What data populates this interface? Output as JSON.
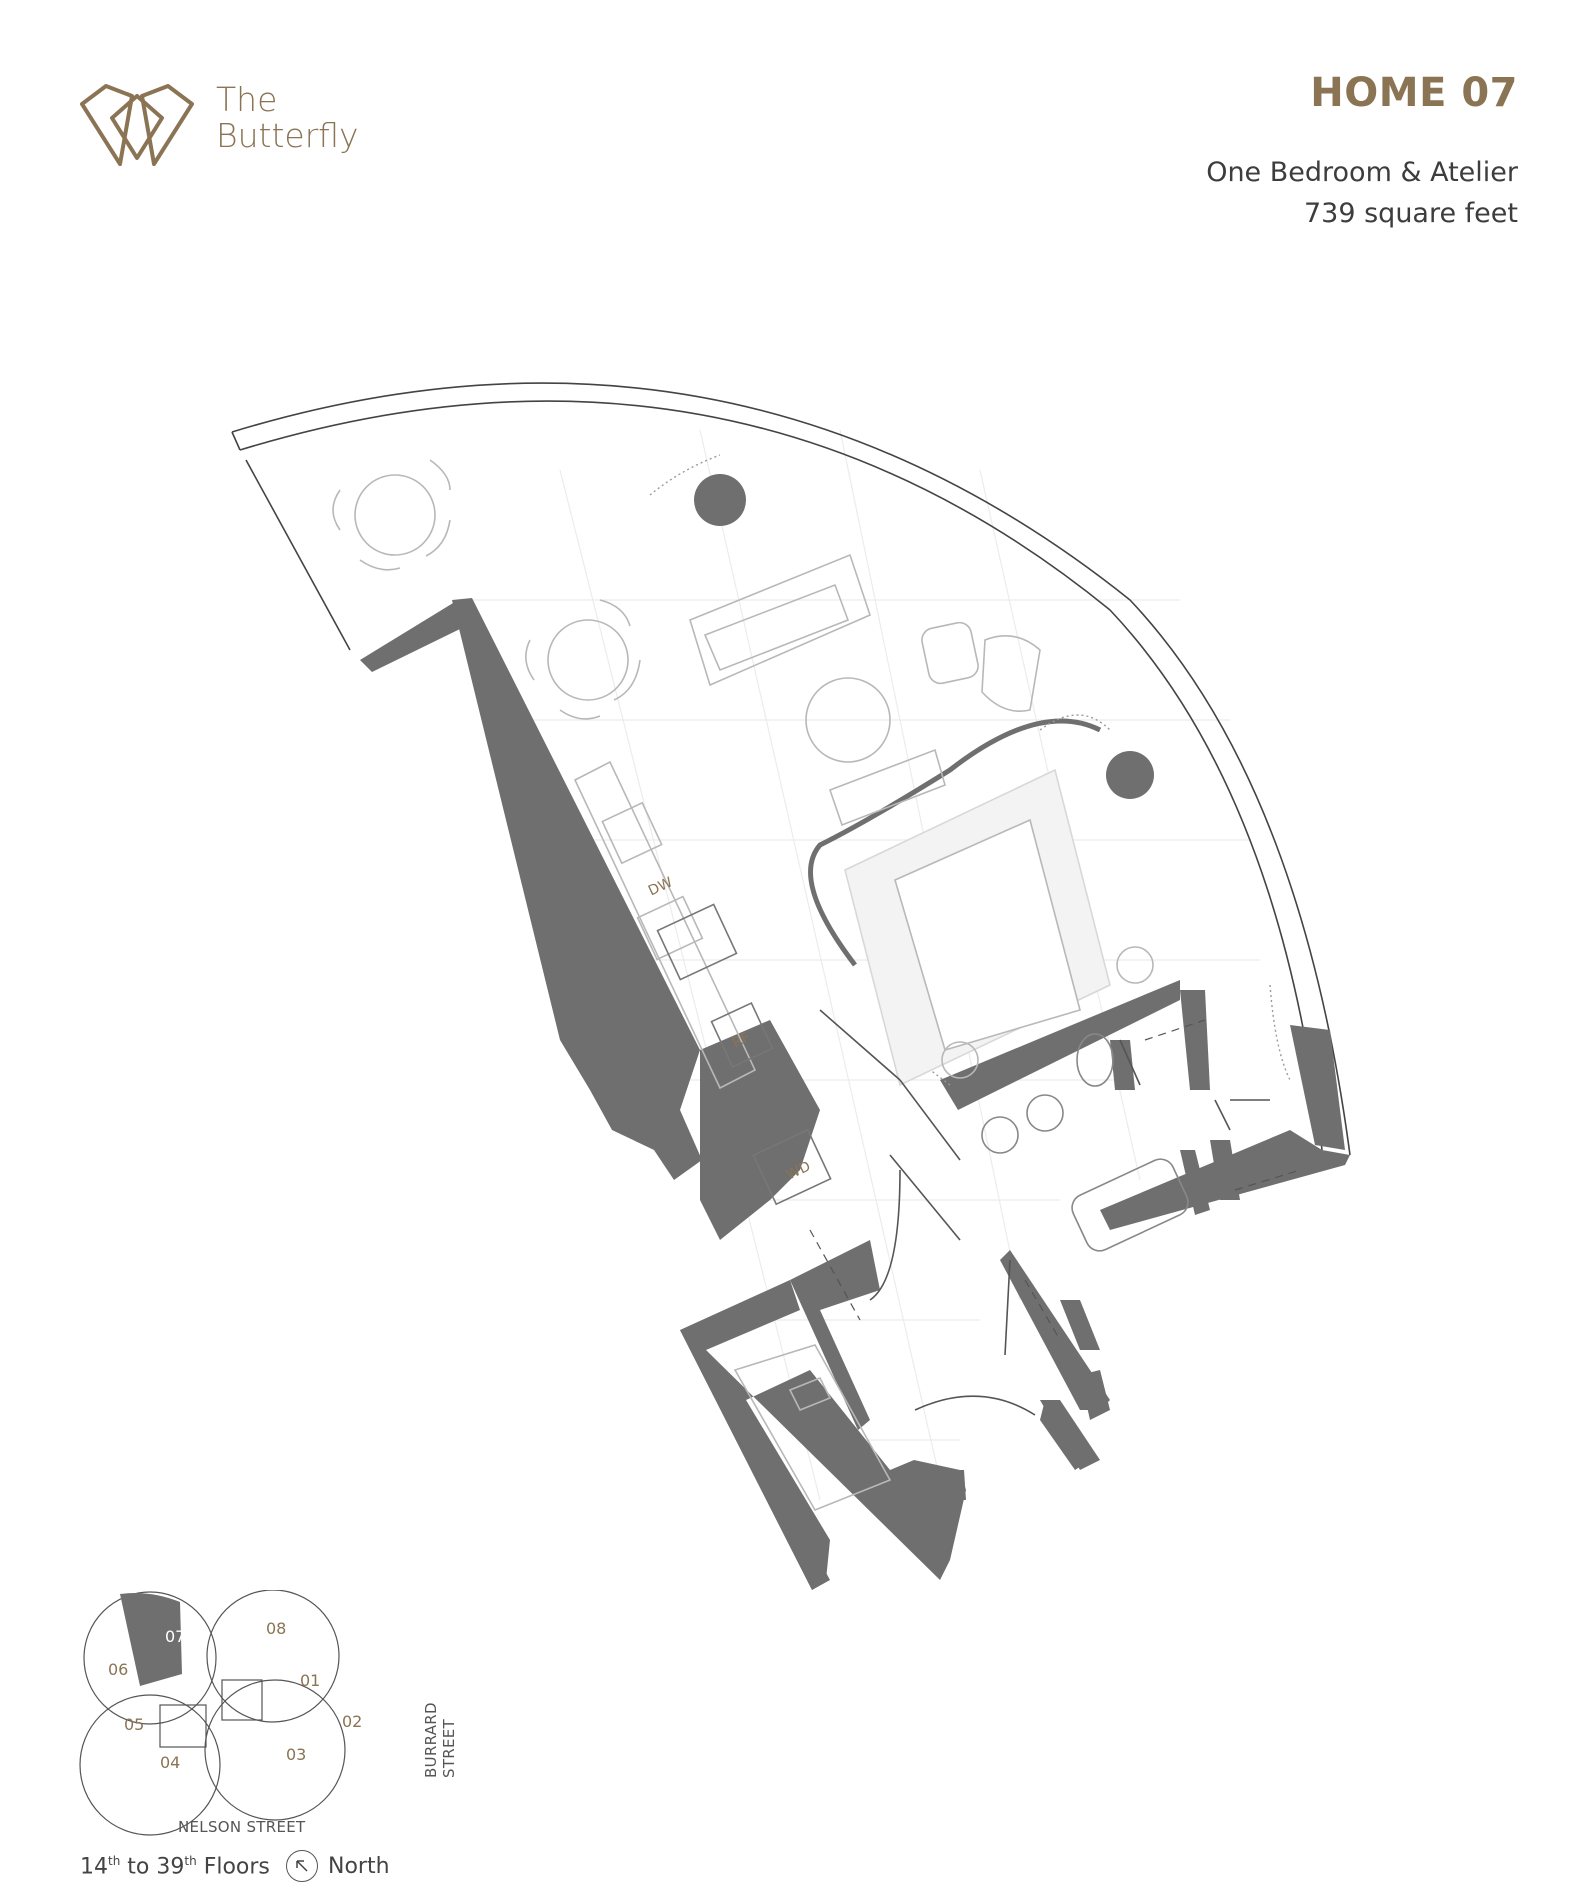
{
  "brand": {
    "line1": "The",
    "line2": "Butterfly",
    "color": "#8a7454",
    "logo_icon": "butterfly-logo-icon"
  },
  "header": {
    "title": "HOME 07",
    "subtitle": "One Bedroom & Atelier",
    "area": "739 square feet"
  },
  "plan": {
    "labels": {
      "dishwasher": "DW",
      "fridge": "RF",
      "washer_dryer": "WD"
    },
    "wall_color": "#6f6f6f"
  },
  "key_plan": {
    "units": [
      "07",
      "08",
      "06",
      "01",
      "05",
      "02",
      "04",
      "03"
    ],
    "highlight": "07",
    "streets": {
      "east": "BURRARD STREET",
      "south": "NELSON STREET"
    }
  },
  "footer": {
    "floors_from": "14",
    "floors_from_sup": "th",
    "floors_to_prefix": " to ",
    "floors_to": "39",
    "floors_to_sup": "th",
    "floors_suffix": " Floors",
    "north_label": "North",
    "north_icon": "north-arrow-icon"
  }
}
